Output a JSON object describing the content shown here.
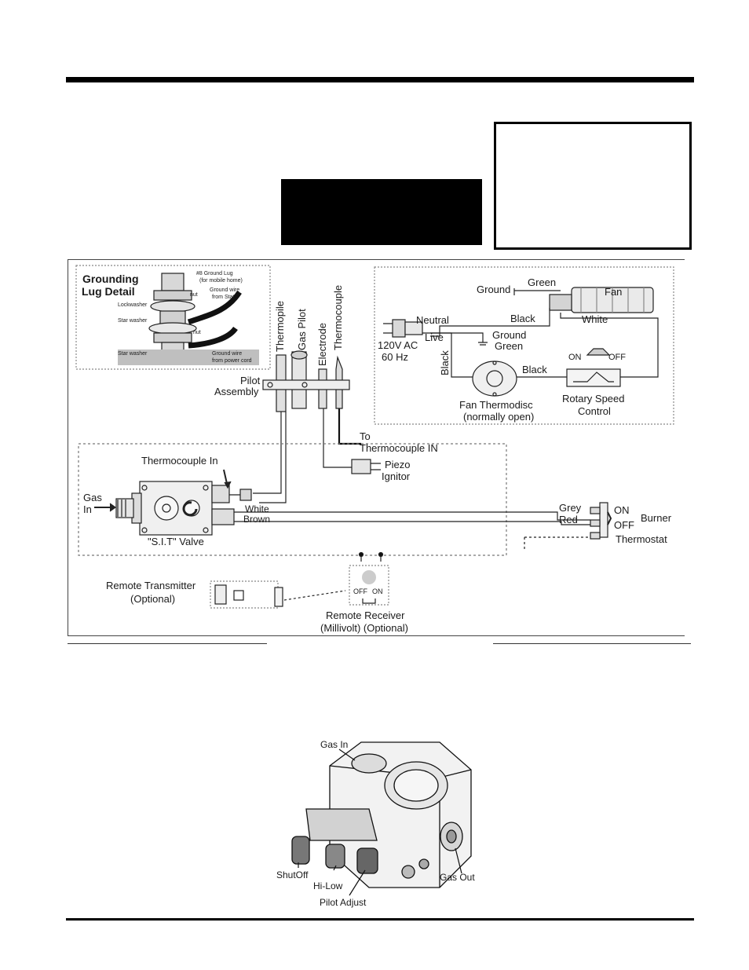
{
  "grounding": {
    "title_line1": "Grounding",
    "title_line2": "Lug Detail",
    "ground_lug_line1": "#8 Ground Lug",
    "ground_lug_line2": "(for mobile home)",
    "nut_top": "nut",
    "ground_wire_stat_line1": "Ground wire",
    "ground_wire_stat_line2": "from Stat",
    "lockwasher": "Lockwasher",
    "star_washer_1": "Star washer",
    "nut_mid": "nut",
    "star_washer_2": "Star washer",
    "ground_wire_power_line1": "Ground wire",
    "ground_wire_power_line2": "from power cord"
  },
  "pilot": {
    "thermopile": "Thermopile",
    "gas_pilot": "Gas Pilot",
    "electrode": "Electrode",
    "thermocouple": "Thermocouple",
    "assembly_line1": "Pilot",
    "assembly_line2": "Assembly",
    "to_tc_line1": "To",
    "to_tc_line2": "Thermocouple IN",
    "piezo_line1": "Piezo",
    "piezo_line2": "Ignitor"
  },
  "fan": {
    "green_top": "Green",
    "ground_top": "Ground",
    "fan": "Fan",
    "black_top": "Black",
    "white": "White",
    "neutral": "Neutral",
    "live": "Live",
    "ground_mid": "Ground",
    "green_mid": "Green",
    "ac_line1": "120V AC",
    "ac_line2": "60 Hz",
    "black_vert": "Black",
    "black_mid": "Black",
    "on": "ON",
    "off": "OFF",
    "thermodisc_line1": "Fan Thermodisc",
    "thermodisc_line2": "(normally open)",
    "rotary_line1": "Rotary Speed",
    "rotary_line2": "Control"
  },
  "valve": {
    "thermocouple_in": "Thermocouple In",
    "gas_in_line1": "Gas",
    "gas_in_line2": "In",
    "white": "White",
    "brown": "Brown",
    "name": "\"S.I.T\" Valve",
    "grey": "Grey",
    "red": "Red",
    "on": "ON",
    "off": "OFF",
    "burner": "Burner",
    "thermostat": "Thermostat"
  },
  "remote": {
    "transmitter_line1": "Remote Transmitter",
    "transmitter_line2": "(Optional)",
    "off": "OFF",
    "on": "ON",
    "receiver_line1": "Remote Receiver",
    "receiver_line2": "(Millivolt) (Optional)"
  },
  "photo": {
    "gas_in": "Gas In",
    "shut_off": "ShutOff",
    "hi_low": "Hi-Low",
    "pilot_adjust": "Pilot Adjust",
    "gas_out": "Gas Out"
  }
}
